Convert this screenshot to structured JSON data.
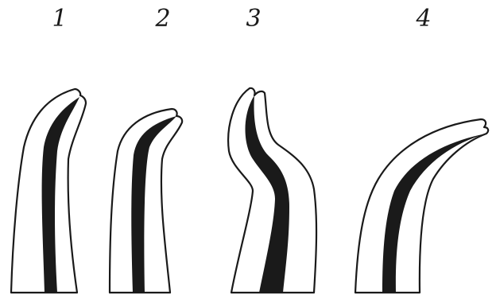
{
  "panels": [
    {
      "number": "1"
    },
    {
      "number": "2"
    },
    {
      "number": "3"
    },
    {
      "number": "4"
    }
  ],
  "colors": {
    "ink": "#1a1a1a",
    "paper": "#ffffff"
  }
}
